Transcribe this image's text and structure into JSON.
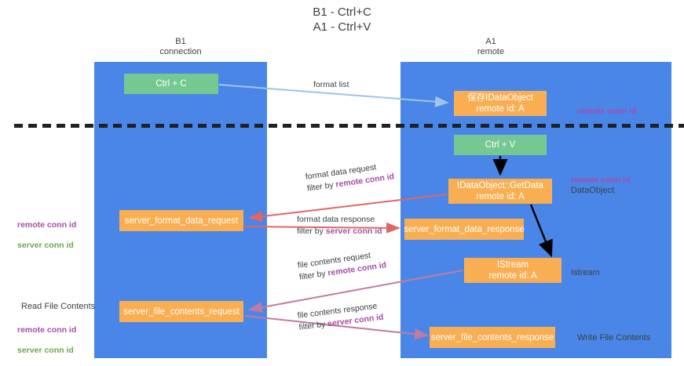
{
  "diagram": {
    "title": "B1 - Ctrl+C\nA1 - Ctrl+V",
    "lanes": [
      {
        "id": "b1",
        "heading": "B1\nconnection"
      },
      {
        "id": "a1",
        "heading": "A1\nremote"
      }
    ],
    "boxes": {
      "ctrl_c": "Ctrl + C",
      "idataobject": "保存IDataObject\nremote id: A",
      "ctrl_v": "Ctrl + V",
      "getdata": "IDataObject::GetData\nremote id: A",
      "server_format_data_request": "server_format_data_request",
      "server_format_data_response": "server_format_data_response",
      "istream": "IStream\nremote id: A",
      "server_file_contents_request": "server_file_contents_request",
      "server_file_contents_response": "server_file_contents_response"
    },
    "captions": {
      "format_list": "format list",
      "format_data_request": "format data request",
      "format_data_request_filter_prefix": "filter by ",
      "format_data_request_filter_key": "remote conn id",
      "format_data_response": "format data response",
      "format_data_response_filter_prefix": "filter by ",
      "format_data_response_filter_key": "server conn id",
      "file_contents_request": "file contents request",
      "file_contents_request_filter_prefix": "filter by ",
      "file_contents_request_filter_key": "remote conn id",
      "file_contents_response": "file contents response",
      "file_contents_response_filter_prefix": "filter by ",
      "file_contents_response_filter_key": "server conn id"
    },
    "side_labels": {
      "dataobject": "DataObject",
      "istream": "Istream",
      "write_file_contents": "Write File Contents",
      "read_file_contents": "Read File Contents"
    },
    "keys": {
      "top_remote": "remote conn id",
      "mid_remote": "remote conn id",
      "left_mid_remote": "remote conn id",
      "left_mid_server": "server conn id",
      "left_bot_remote": "remote conn id",
      "left_bot_server": "server conn id"
    },
    "colors": {
      "lane": "#4a86e8",
      "green_box": "#76c893",
      "orange_box": "#f9ae52",
      "remote_key": "#a64ca6",
      "server_key": "#6aa84f",
      "arrow_blue": "#9fc5e8",
      "arrow_red": "#e06666",
      "arrow_magenta": "#c27ba0",
      "arrow_black": "#000000",
      "divider": "#202124"
    }
  }
}
